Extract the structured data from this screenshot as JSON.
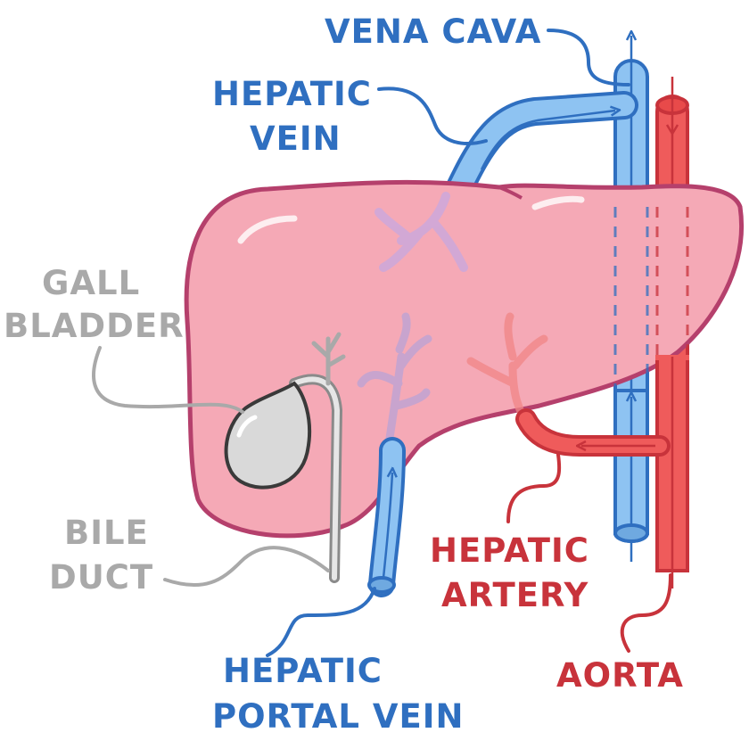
{
  "labels": {
    "vena_cava": "VENA CAVA",
    "hepatic_vein": [
      "HEPATIC",
      "VEIN"
    ],
    "gall_bladder": [
      "GALL",
      "BLADDER"
    ],
    "bile_duct": [
      "BILE",
      "DUCT"
    ],
    "hepatic_artery": [
      "HEPATIC",
      "ARTERY"
    ],
    "hepatic_portal_vein": [
      "HEPATIC",
      "PORTAL VEIN"
    ],
    "aorta": "AORTA"
  },
  "colors": {
    "vein_blue": "#2f6fc0",
    "vein_fill": "#8ec3f2",
    "artery_red": "#c8333b",
    "artery_fill": "#ef5b5b",
    "liver_fill": "#f5a9b6",
    "liver_outline": "#b5406c",
    "bile_grey": "#a9a9a9",
    "gall_fill": "#d9d9d9",
    "outline": "#3a3a3a"
  }
}
